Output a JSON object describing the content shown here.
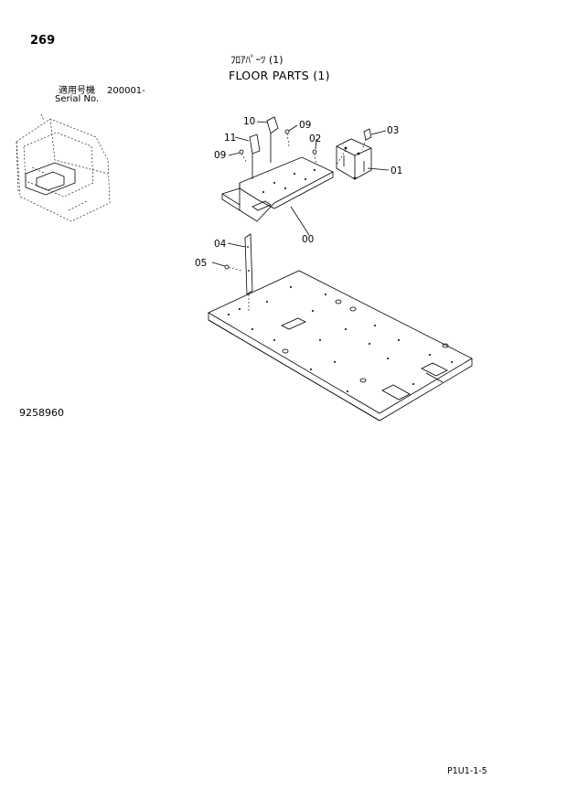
{
  "header": {
    "page_number": "269",
    "title_jp": "ﾌﾛｱﾊﾟｰﾂ (1)",
    "title_en": "FLOOR PARTS (1)",
    "serial_label_jp": "適用号機",
    "serial_value": "200001-",
    "serial_label_en": "Serial No."
  },
  "diagram": {
    "callouts": [
      "00",
      "01",
      "02",
      "03",
      "04",
      "05",
      "09",
      "09",
      "10",
      "11"
    ]
  },
  "footer": {
    "drawing_number": "9258960",
    "page_ref": "P1U1-1-5"
  }
}
